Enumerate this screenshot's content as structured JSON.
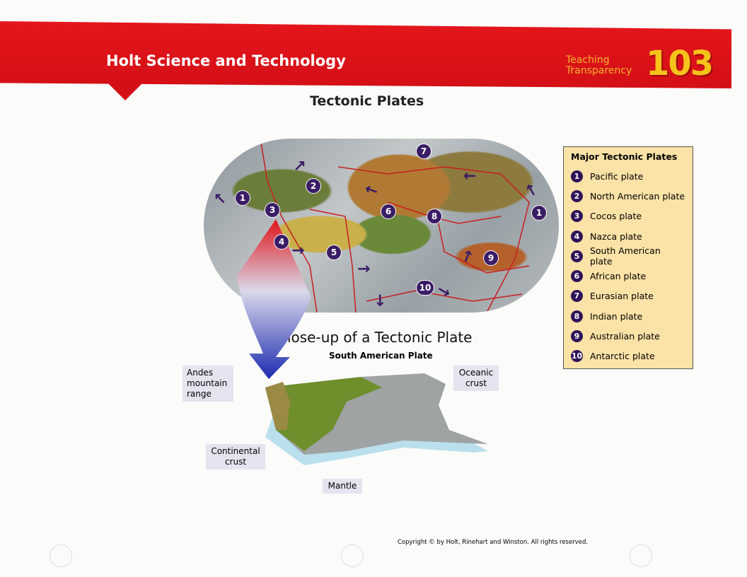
{
  "header": {
    "series": "Holt Science and Technology",
    "label": "Teaching Transparency",
    "number": "103"
  },
  "title": "Tectonic Plates",
  "legend": {
    "title": "Major Tectonic Plates",
    "items": [
      {
        "n": "1",
        "name": "Pacific plate"
      },
      {
        "n": "2",
        "name": "North American plate"
      },
      {
        "n": "3",
        "name": "Cocos plate"
      },
      {
        "n": "4",
        "name": "Nazca plate"
      },
      {
        "n": "5",
        "name": "South American plate"
      },
      {
        "n": "6",
        "name": "African plate"
      },
      {
        "n": "7",
        "name": "Eurasian plate"
      },
      {
        "n": "8",
        "name": "Indian plate"
      },
      {
        "n": "9",
        "name": "Australian plate"
      },
      {
        "n": "10",
        "name": "Antarctic plate"
      }
    ]
  },
  "map_markers": [
    "1",
    "2",
    "3",
    "4",
    "5",
    "6",
    "7",
    "8",
    "9",
    "10",
    "1"
  ],
  "closeup": {
    "title": "Close-up of a Tectonic Plate",
    "subtitle": "South American Plate",
    "labels": {
      "andes": "Andes mountain range",
      "oceanic": "Oceanic crust",
      "continental": "Continental crust",
      "mantle": "Mantle"
    }
  },
  "copyright": "Copyright © by Holt, Rinehart and Winston. All rights reserved."
}
